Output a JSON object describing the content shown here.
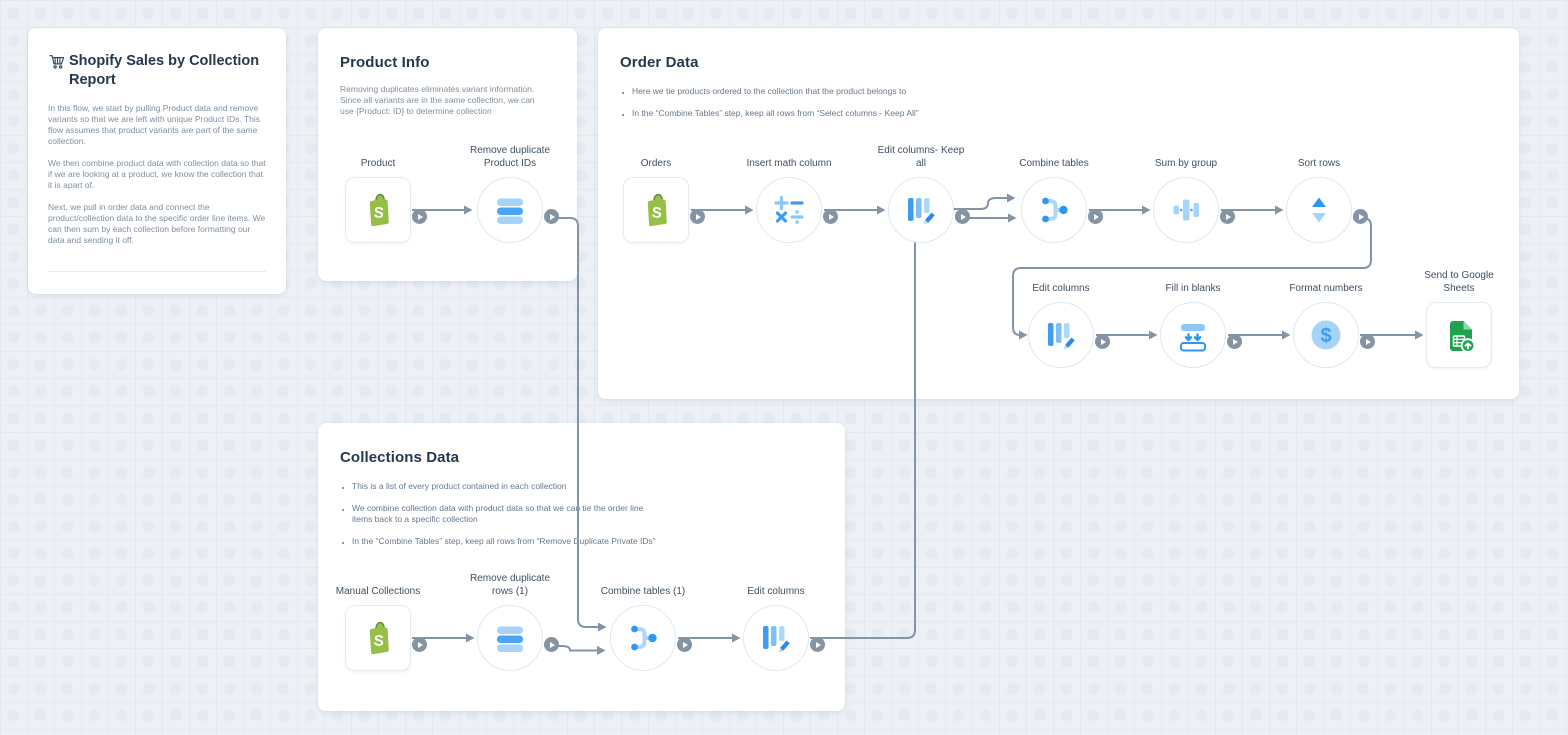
{
  "colors": {
    "shopify_green": "#95BF47",
    "shopify_green_dark": "#5E8E3E",
    "sheets_green": "#1FA24E",
    "blue_medium": "#3F9BF3",
    "blue_light": "#A5D4F8",
    "connector_gray": "#8494A5",
    "title_navy": "#25384E"
  },
  "summary_card": {
    "title_icon": "cart-icon",
    "title": "Shopify Sales by Collection Report",
    "paragraphs": [
      "In this flow, we start by pulling Product data and remove variants so that we are left with unique Product IDs. This flow assumes that product variants are part of the same collection.",
      "We then combine product data with collection data so that if we are looking at a product, we know the collection that it is apart of.",
      "Next, we pull in order data and connect the product/collection data to the specific order line items. We can then sum by each collection before formatting our data and sending it off."
    ]
  },
  "product_info_card": {
    "title": "Product Info",
    "description": "Removing duplicates eliminates variant information. Since all variants are in the same collection, we can use {Product: ID} to determine collection",
    "nodes": [
      {
        "label": "Product",
        "icon": "shopify-icon"
      },
      {
        "label": "Remove duplicate Product IDs",
        "icon": "remove-duplicates-icon"
      }
    ]
  },
  "order_data_card": {
    "title": "Order Data",
    "bullets": [
      "Here we tie products ordered to the collection that the product belongs to",
      "In the “Combine Tables” step, keep all rows from “Select columns - Keep All”"
    ],
    "nodes": [
      {
        "label": "Orders",
        "icon": "shopify-icon"
      },
      {
        "label": "Insert math column",
        "icon": "math-icon"
      },
      {
        "label": "Edit columns- Keep all",
        "icon": "edit-columns-icon"
      },
      {
        "label": "Combine tables",
        "icon": "combine-tables-icon"
      },
      {
        "label": "Sum by group",
        "icon": "sum-by-group-icon"
      },
      {
        "label": "Sort rows",
        "icon": "sort-rows-icon"
      },
      {
        "label": "Edit columns",
        "icon": "edit-columns-icon"
      },
      {
        "label": "Fill in blanks",
        "icon": "fill-in-blanks-icon"
      },
      {
        "label": "Format numbers",
        "icon": "format-numbers-icon"
      },
      {
        "label": "Send to Google Sheets",
        "icon": "google-sheets-icon"
      }
    ]
  },
  "collections_card": {
    "title": "Collections Data",
    "bullets": [
      "This is a list of every product contained in each collection",
      "We combine collection data with product data so that we can tie the order line items back to a specific collection",
      "In the “Combine Tables” step, keep all rows from “Remove Duplicate Private IDs”"
    ],
    "nodes": [
      {
        "label": "Manual Collections",
        "icon": "shopify-icon"
      },
      {
        "label": "Remove duplicate rows (1)",
        "icon": "remove-duplicates-icon"
      },
      {
        "label": "Combine tables (1)",
        "icon": "combine-tables-icon"
      },
      {
        "label": "Edit columns",
        "icon": "edit-columns-icon"
      }
    ]
  }
}
